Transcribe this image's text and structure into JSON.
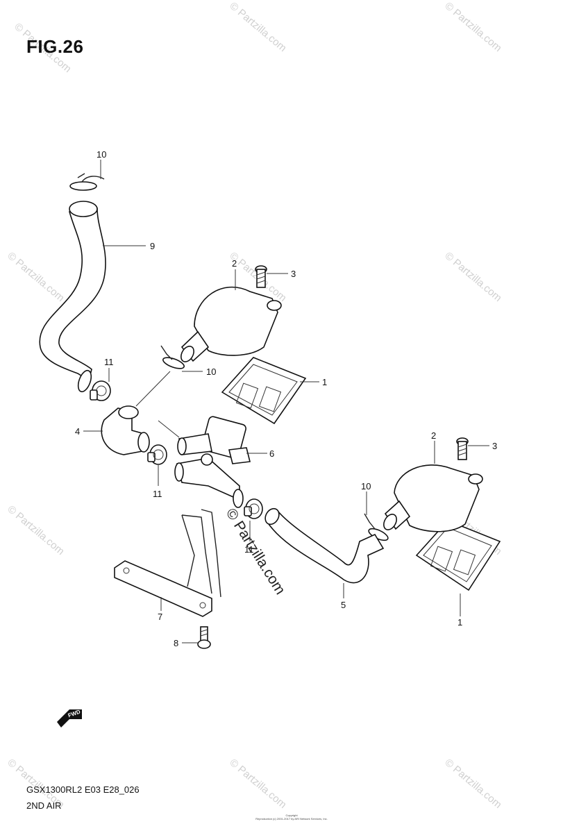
{
  "figure": {
    "title": "FIG.26",
    "model_code": "GSX1300RL2 E03 E28_026",
    "section_name": "2ND AIR",
    "copyright_lines": [
      "Copyright",
      "Reproduction (c) 2001-2017 by ARI Network Services, Inc."
    ],
    "fwd_label": "FWD"
  },
  "watermark": {
    "text": "© Partzilla.com",
    "center_text": "© Partzilla.com"
  },
  "callouts": [
    {
      "id": "c10a",
      "label": "10"
    },
    {
      "id": "c9",
      "label": "9"
    },
    {
      "id": "c2a",
      "label": "2"
    },
    {
      "id": "c3a",
      "label": "3"
    },
    {
      "id": "c11a",
      "label": "11"
    },
    {
      "id": "c10b",
      "label": "10"
    },
    {
      "id": "c1a",
      "label": "1"
    },
    {
      "id": "c4",
      "label": "4"
    },
    {
      "id": "c6",
      "label": "6"
    },
    {
      "id": "c11b",
      "label": "11"
    },
    {
      "id": "c2b",
      "label": "2"
    },
    {
      "id": "c3b",
      "label": "3"
    },
    {
      "id": "c10c",
      "label": "10"
    },
    {
      "id": "c11c",
      "label": "11"
    },
    {
      "id": "c7",
      "label": "7"
    },
    {
      "id": "c5",
      "label": "5"
    },
    {
      "id": "c1b",
      "label": "1"
    },
    {
      "id": "c8",
      "label": "8"
    }
  ]
}
